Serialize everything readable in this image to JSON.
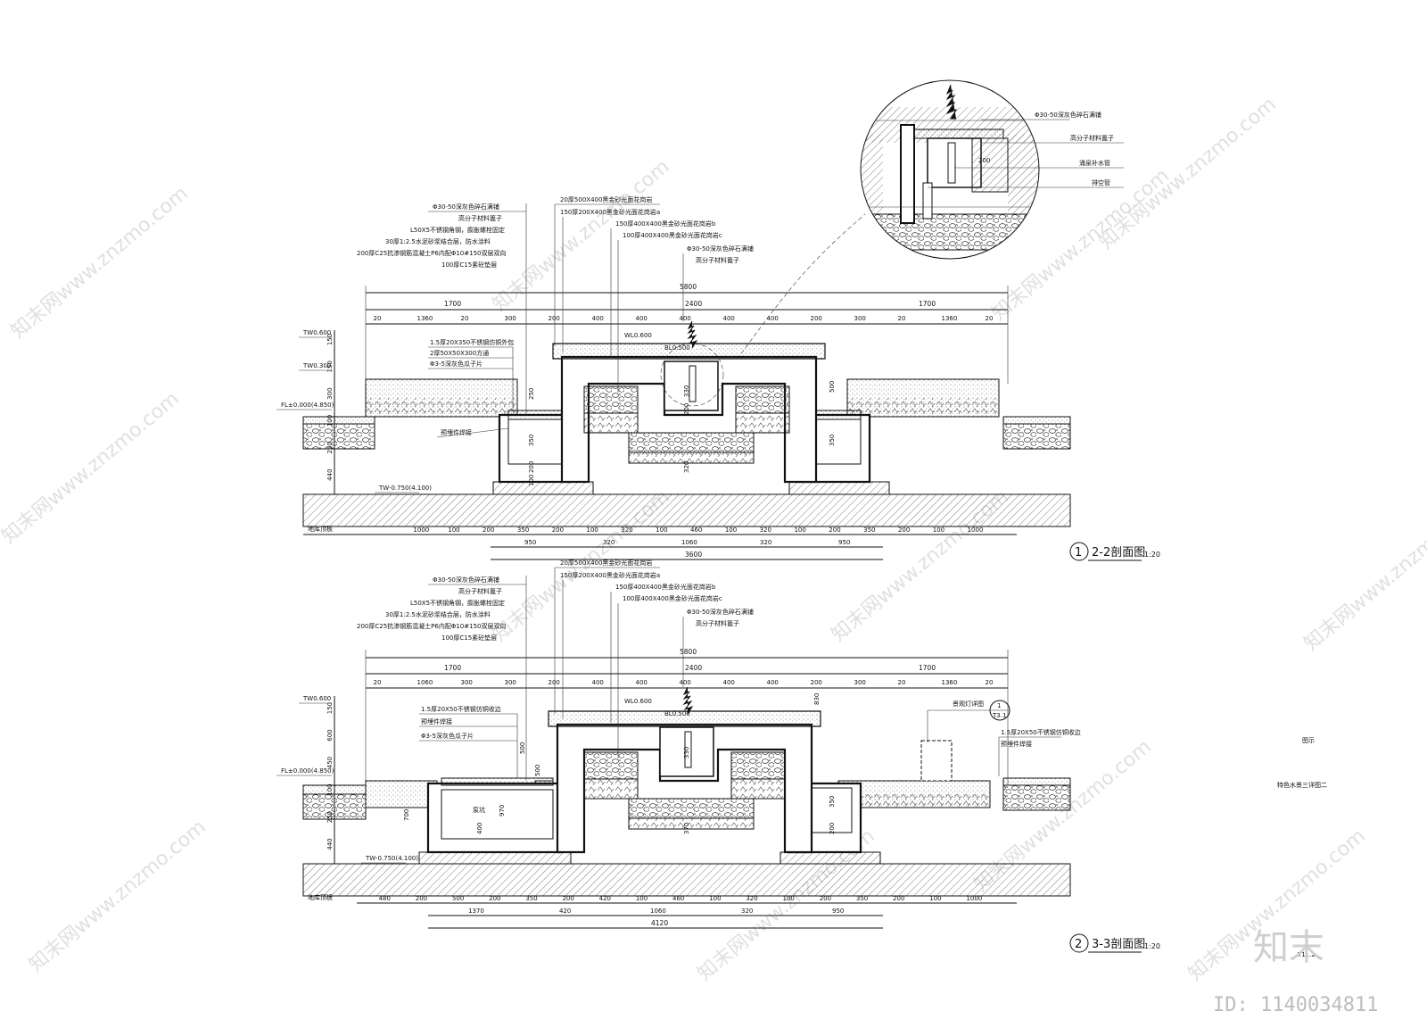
{
  "watermark": {
    "text": "知末网www.znzmo.com",
    "brand": "知末",
    "id": "ID: 1140034811"
  },
  "detail": {
    "labels": [
      "Φ30-50深灰色碎石满铺",
      "高分子材料篦子",
      "涌泉补水管",
      "排空管"
    ],
    "dim_200": "200"
  },
  "section1": {
    "number": "1",
    "title": "2-2剖面图",
    "scale": "1:20",
    "layer_labels": [
      "Φ30-50深灰色碎石满铺",
      "高分子材料篦子",
      "L50X5不锈钢角钢，膨胀螺栓固定",
      "30厚1:2.5水泥砂浆结合层，防水涂料",
      "200厚C25抗渗钢筋混凝土P6内配Φ10#150双层双向",
      "100厚C15素砼垫层"
    ],
    "stone_labels": [
      "20厚500X400黑金砂光面花岗岩",
      "150厚200X400黑金砂光面花岗岩a",
      "150厚400X400黑金砂光面花岗岩b",
      "100厚400X400黑金砂光面花岗岩c",
      "Φ30-50深灰色碎石满铺",
      "高分子材料篦子"
    ],
    "edge_labels": [
      "1.5厚20X350不锈钢仿铜外包",
      "2厚50X50X300方通",
      "Φ3-5深灰色瓜子片"
    ],
    "weld_label": "预埋件焊接",
    "level_labels": [
      "TW0.600",
      "TW0.300",
      "FL±0.000(4.850)",
      "TW-0.750(4.100)",
      "WL0.600",
      "BL0.500"
    ],
    "roof_label": "地库顶板",
    "top_total": "5800",
    "top_main": [
      "1700",
      "2400",
      "1700"
    ],
    "top_sub": [
      "20",
      "1360",
      "20",
      "300",
      "200",
      "400",
      "400",
      "400",
      "400",
      "400",
      "200",
      "300",
      "20",
      "1360",
      "20"
    ],
    "left_vert": [
      "150",
      "150",
      "300",
      "100",
      "250",
      "440"
    ],
    "inner_vert": [
      "250",
      "350",
      "200",
      "100",
      "330",
      "200",
      "320",
      "500",
      "350"
    ],
    "bot_row1": [
      "1000",
      "100",
      "200",
      "350",
      "200",
      "100",
      "320",
      "100",
      "460",
      "100",
      "320",
      "100",
      "200",
      "350",
      "200",
      "100",
      "1000"
    ],
    "bot_row2": [
      "950",
      "320",
      "1060",
      "320",
      "950"
    ],
    "bot_total": "3600"
  },
  "section2": {
    "number": "2",
    "title": "3-3剖面图",
    "scale": "1:20",
    "layer_labels": [
      "Φ30-50深灰色碎石满铺",
      "高分子材料篦子",
      "L50X5不锈钢角钢，膨胀螺栓固定",
      "30厚1:2.5水泥砂浆结合层，防水涂料",
      "200厚C25抗渗钢筋混凝土P6内配Φ10#150双层双向",
      "100厚C15素砼垫层"
    ],
    "stone_labels": [
      "20厚500X400黑金砂光面花岗岩",
      "150厚200X400黑金砂光面花岗岩a",
      "150厚400X400黑金砂光面花岗岩b",
      "100厚400X400黑金砂光面花岗岩c",
      "Φ30-50深灰色碎石满铺",
      "高分子材料篦子"
    ],
    "edge_labels": [
      "1.5厚20X50不锈钢仿铜收边",
      "预埋件焊接",
      "Φ3-5深灰色瓜子片"
    ],
    "pump_label": "泵坑",
    "lamp_label": "景观灯详图",
    "lamp_ref_top": "1",
    "lamp_ref_bot": "T3.1",
    "right_labels": [
      "1.5厚20X50不锈钢仿铜收边",
      "预埋件焊接"
    ],
    "level_labels": [
      "TW0.600",
      "FL±0.000(4.850)",
      "TW-0.750(4.100)",
      "WL0.600",
      "BL0.500"
    ],
    "roof_label": "地库顶板",
    "top_total": "5800",
    "top_main": [
      "1700",
      "2400",
      "1700"
    ],
    "top_sub": [
      "20",
      "1060",
      "300",
      "300",
      "200",
      "400",
      "400",
      "400",
      "400",
      "400",
      "200",
      "300",
      "20",
      "1360",
      "20"
    ],
    "left_vert": [
      "150",
      "600",
      "450",
      "100",
      "250",
      "440"
    ],
    "inner_vert": [
      "970",
      "700",
      "400",
      "500",
      "330",
      "370",
      "500",
      "350",
      "200",
      "830"
    ],
    "bot_row1": [
      "480",
      "200",
      "500",
      "200",
      "350",
      "200",
      "420",
      "100",
      "460",
      "100",
      "320",
      "100",
      "200",
      "350",
      "200",
      "100",
      "1000"
    ],
    "bot_row2": [
      "1370",
      "420",
      "1060",
      "320",
      "950"
    ],
    "bot_total": "4120"
  },
  "side_panel": {
    "legend": "图示",
    "sheet_title": "特色水景三详图二",
    "sheet_no": "T11.2"
  }
}
